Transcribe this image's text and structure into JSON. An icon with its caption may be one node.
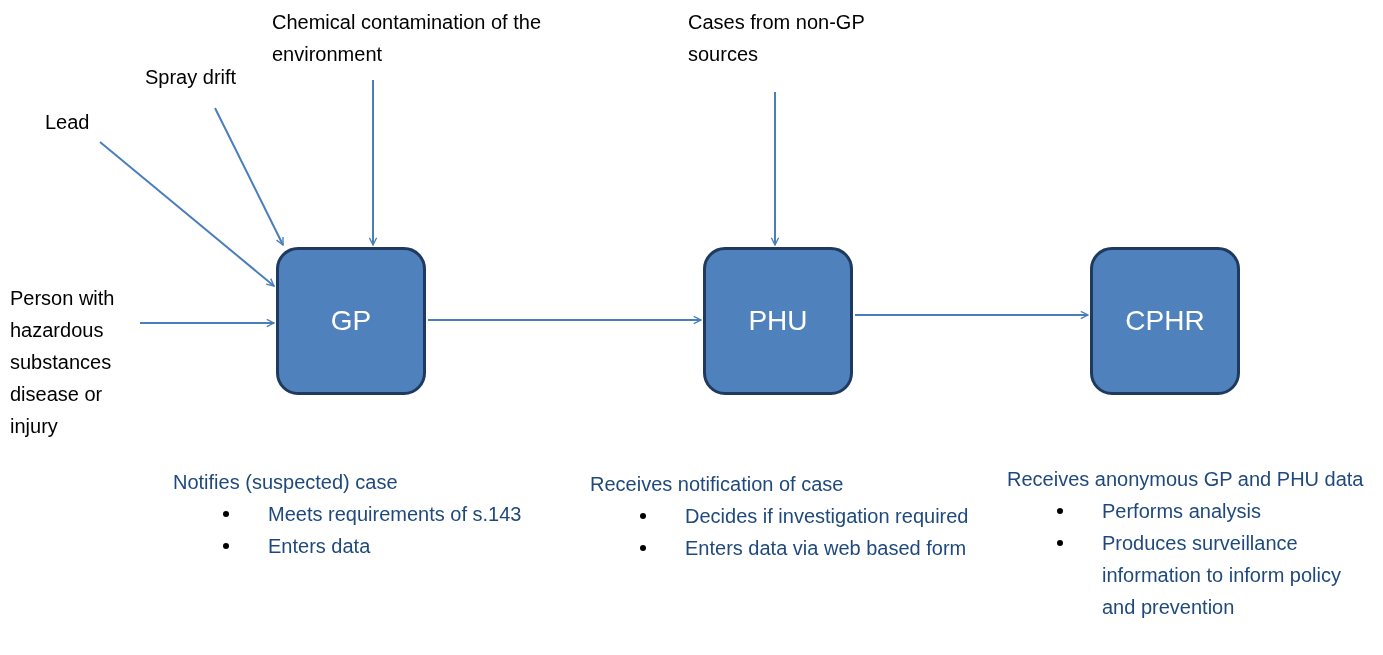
{
  "diagram": {
    "nodes": [
      {
        "text": [
          "Lead"
        ]
      },
      {
        "text": [
          "Spray drift"
        ]
      },
      {
        "text": [
          "Chemical contamination of the environment"
        ]
      },
      {
        "text": [
          "Person with hazardous substances disease or injury"
        ]
      },
      {
        "text": [
          "GP"
        ],
        "beside": [
          "Notifies (suspected) case",
          "Meets requirements of s.143",
          "Enters data"
        ]
      },
      {
        "text": [
          "Cases from non-GP sources"
        ]
      },
      {
        "text": [
          "PHU"
        ],
        "beside": [
          "Receives notification of case",
          "Decides if investigation required",
          "Enters data via web based form"
        ]
      },
      {
        "text": [
          "CPHR"
        ],
        "beside": [
          "Receives anonymous GP and PHU data",
          "Performs analysis",
          "Produces surveillance information to inform policy and prevention"
        ]
      }
    ],
    "edges": [
      {
        "from": 0,
        "to": 4,
        "arrow": "to"
      },
      {
        "from": 1,
        "to": 4,
        "arrow": "to"
      },
      {
        "from": 2,
        "to": 4,
        "arrow": "to"
      },
      {
        "from": 3,
        "to": 4,
        "arrow": "to"
      },
      {
        "from": 4,
        "to": 6,
        "arrow": "to"
      },
      {
        "from": 5,
        "to": 6,
        "arrow": "to"
      },
      {
        "from": 6,
        "to": 7,
        "arrow": "to"
      }
    ]
  }
}
